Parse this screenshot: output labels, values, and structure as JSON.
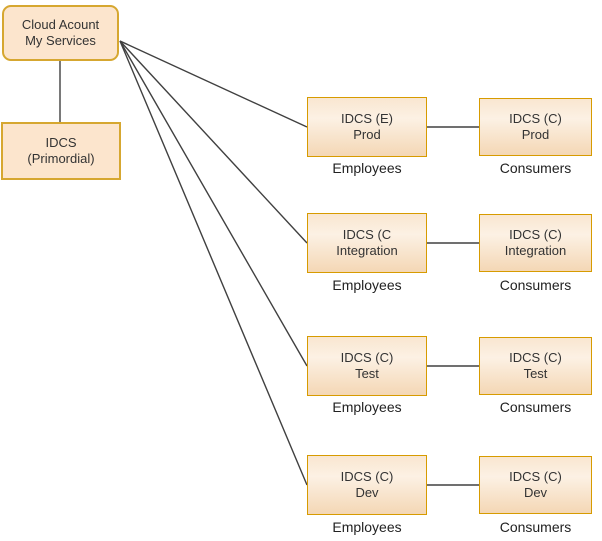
{
  "colors": {
    "flat_fill": "#fce5cd",
    "flat_border": "#d6a730",
    "grad_top": "#f9e6d0",
    "grad_mid": "#fcf1e4",
    "grad_bottom": "#f4d7b5",
    "grad_border": "#d79b00",
    "connector": "#404040",
    "text": "#333333"
  },
  "root_node": {
    "line1": "Cloud Acount",
    "line2": "My Services"
  },
  "primordial_node": {
    "line1": "IDCS",
    "line2": "(Primordial)"
  },
  "rows": [
    {
      "employee": {
        "line1": "IDCS (E)",
        "line2": "Prod"
      },
      "employee_label": "Employees",
      "consumer": {
        "line1": "IDCS (C)",
        "line2": "Prod"
      },
      "consumer_label": "Consumers"
    },
    {
      "employee": {
        "line1": "IDCS (C",
        "line2": "Integration"
      },
      "employee_label": "Employees",
      "consumer": {
        "line1": "IDCS (C)",
        "line2": "Integration"
      },
      "consumer_label": "Consumers"
    },
    {
      "employee": {
        "line1": "IDCS (C)",
        "line2": "Test"
      },
      "employee_label": "Employees",
      "consumer": {
        "line1": "IDCS (C)",
        "line2": "Test"
      },
      "consumer_label": "Consumers"
    },
    {
      "employee": {
        "line1": "IDCS (C)",
        "line2": "Dev"
      },
      "employee_label": "Employees",
      "consumer": {
        "line1": "IDCS (C)",
        "line2": "Dev"
      },
      "consumer_label": "Consumers"
    }
  ]
}
